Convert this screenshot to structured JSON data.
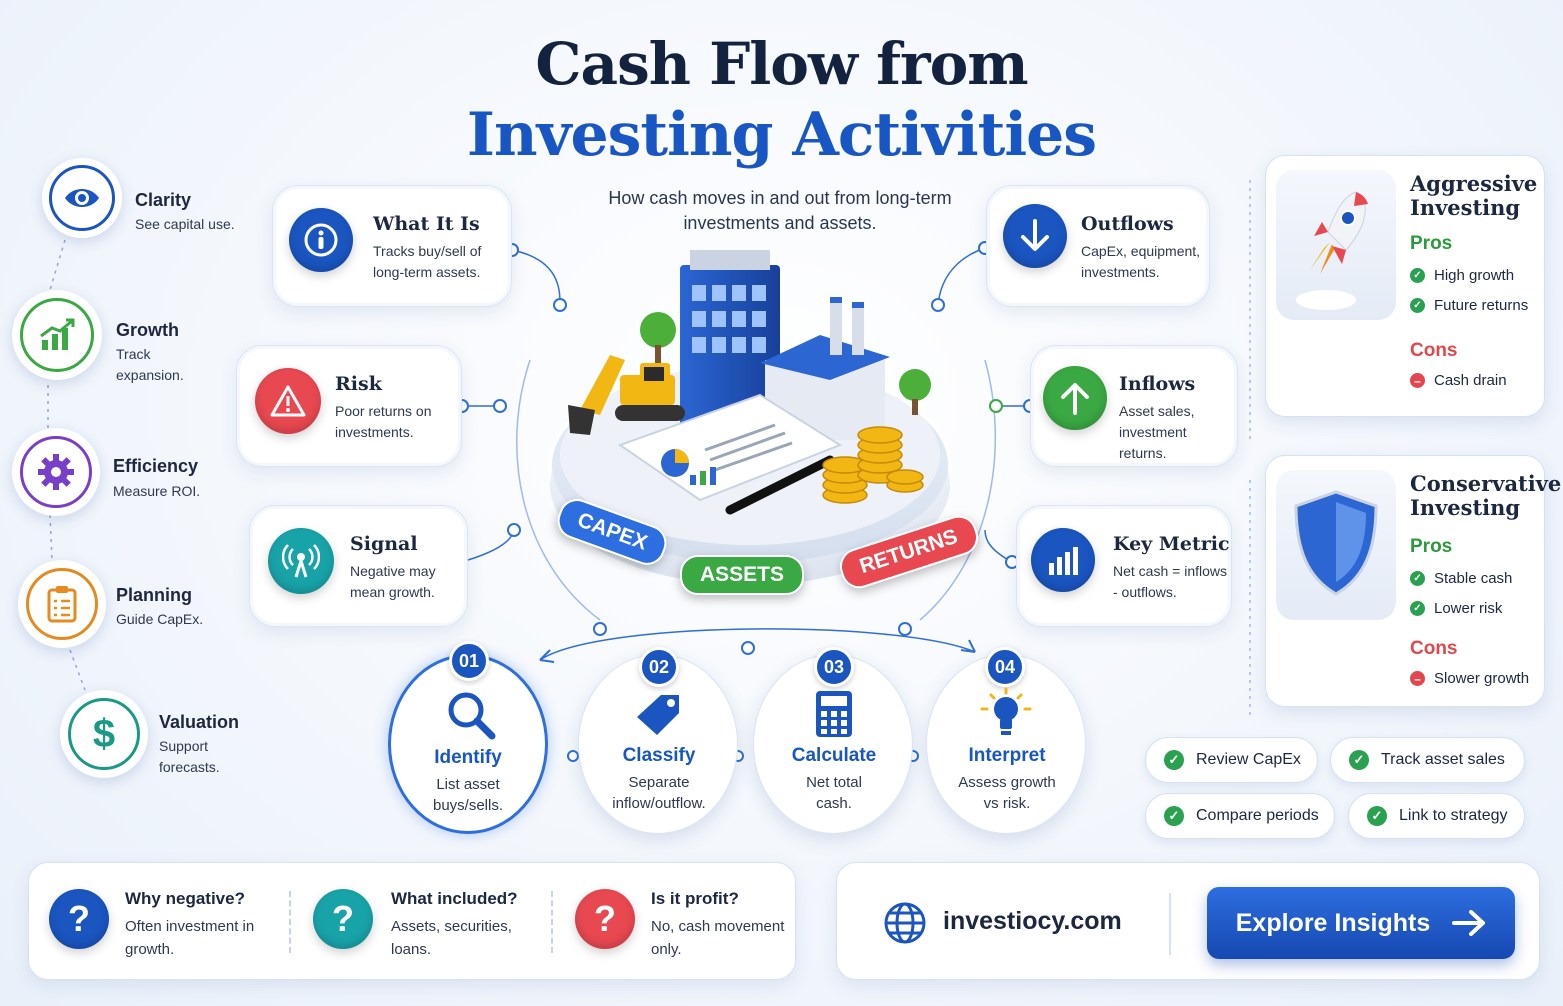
{
  "title": {
    "line1": "Cash Flow from",
    "line2": "Investing Activities",
    "subtitle": "How cash moves in and out from long-term investments and assets."
  },
  "left_cards": [
    {
      "title": "What It Is",
      "desc": "Tracks buy/sell of long-term assets.",
      "icon": "info-icon",
      "color": "#1a55c0"
    },
    {
      "title": "Risk",
      "desc": "Poor returns on investments.",
      "icon": "warning-icon",
      "color": "#e84850"
    },
    {
      "title": "Signal",
      "desc": "Negative may mean growth.",
      "icon": "broadcast-icon",
      "color": "#18a3a8"
    }
  ],
  "right_cards": [
    {
      "title": "Outflows",
      "desc": "CapEx, equipment, investments.",
      "icon": "arrow-down-icon",
      "color": "#1a55c0"
    },
    {
      "title": "Inflows",
      "desc": "Asset sales, investment returns.",
      "icon": "arrow-up-icon",
      "color": "#3aa843"
    },
    {
      "title": "Key Metric",
      "desc": "Net cash = inflows - outflows.",
      "icon": "bar-chart-icon",
      "color": "#1a55c0"
    }
  ],
  "center_tags": {
    "capex": "CAPEX",
    "assets": "ASSETS",
    "returns": "RETURNS"
  },
  "benefits": [
    {
      "title": "Clarity",
      "desc": "See capital use.",
      "icon": "eye-icon",
      "color": "#1a55c0"
    },
    {
      "title": "Growth",
      "desc": "Track expansion.",
      "icon": "growth-chart-icon",
      "color": "#3aa843"
    },
    {
      "title": "Efficiency",
      "desc": "Measure ROI.",
      "icon": "gear-icon",
      "color": "#7a3fc7"
    },
    {
      "title": "Planning",
      "desc": "Guide CapEx.",
      "icon": "clipboard-icon",
      "color": "#e58a1f"
    },
    {
      "title": "Valuation",
      "desc": "Support forecasts.",
      "icon": "dollar-icon",
      "color": "#1a9a86"
    }
  ],
  "steps": [
    {
      "num": "01",
      "title": "Identify",
      "desc": "List asset buys/sells.",
      "icon": "magnifier-icon"
    },
    {
      "num": "02",
      "title": "Classify",
      "desc": "Separate inflow/outflow.",
      "icon": "tag-icon"
    },
    {
      "num": "03",
      "title": "Calculate",
      "desc": "Net total cash.",
      "icon": "calculator-icon"
    },
    {
      "num": "04",
      "title": "Interpret",
      "desc": "Assess growth vs risk.",
      "icon": "lightbulb-icon"
    }
  ],
  "strategies": [
    {
      "title": "Aggressive Investing",
      "pros_label": "Pros",
      "pros": [
        "High growth",
        "Future returns"
      ],
      "cons_label": "Cons",
      "cons": [
        "Cash drain"
      ],
      "icon": "rocket-icon"
    },
    {
      "title": "Conservative Investing",
      "pros_label": "Pros",
      "pros": [
        "Stable cash",
        "Lower risk"
      ],
      "cons_label": "Cons",
      "cons": [
        "Slower growth"
      ],
      "icon": "shield-icon"
    }
  ],
  "checklist": [
    "Review CapEx",
    "Track asset sales",
    "Compare periods",
    "Link to strategy"
  ],
  "faqs": [
    {
      "q": "Why negative?",
      "a": "Often investment in growth.",
      "color": "#1a55c0"
    },
    {
      "q": "What included?",
      "a": "Assets, securities, loans.",
      "color": "#18a3a8"
    },
    {
      "q": "Is it profit?",
      "a": "No, cash movement only.",
      "color": "#e84850"
    }
  ],
  "footer": {
    "website": "investiocy.com",
    "cta": "Explore Insights"
  }
}
